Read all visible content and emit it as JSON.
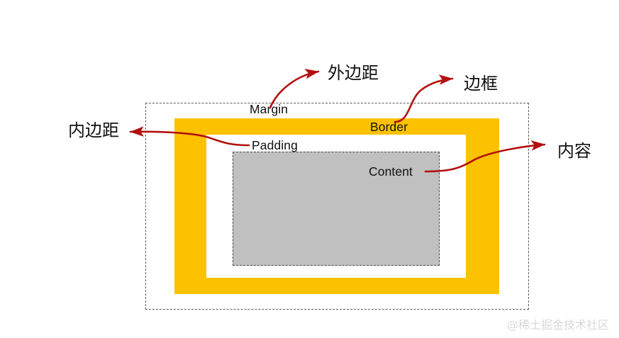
{
  "diagram": {
    "title": "CSS Box Model",
    "colors": {
      "margin_fill": "#ffffff",
      "margin_border": "#595959",
      "border_fill": "#FCC200",
      "padding_fill": "#ffffff",
      "content_fill": "#C0C0C0",
      "content_border": "#4a4a4a",
      "arrow": "#B31010",
      "text": "#111111",
      "watermark": "#d8d8d8"
    },
    "boxes": [
      {
        "key": "margin",
        "label": "Margin",
        "annotation": "外边距"
      },
      {
        "key": "border",
        "label": "Border",
        "annotation": "边框"
      },
      {
        "key": "padding",
        "label": "Padding",
        "annotation": "内边距"
      },
      {
        "key": "content",
        "label": "Content",
        "annotation": "内容"
      }
    ],
    "labels": {
      "margin": "Margin",
      "border": "Border",
      "padding": "Padding",
      "content": "Content"
    },
    "annotations": {
      "margin": "外边距",
      "border": "边框",
      "padding": "内边距",
      "content": "内容"
    },
    "watermark": "@稀土掘金技术社区"
  }
}
